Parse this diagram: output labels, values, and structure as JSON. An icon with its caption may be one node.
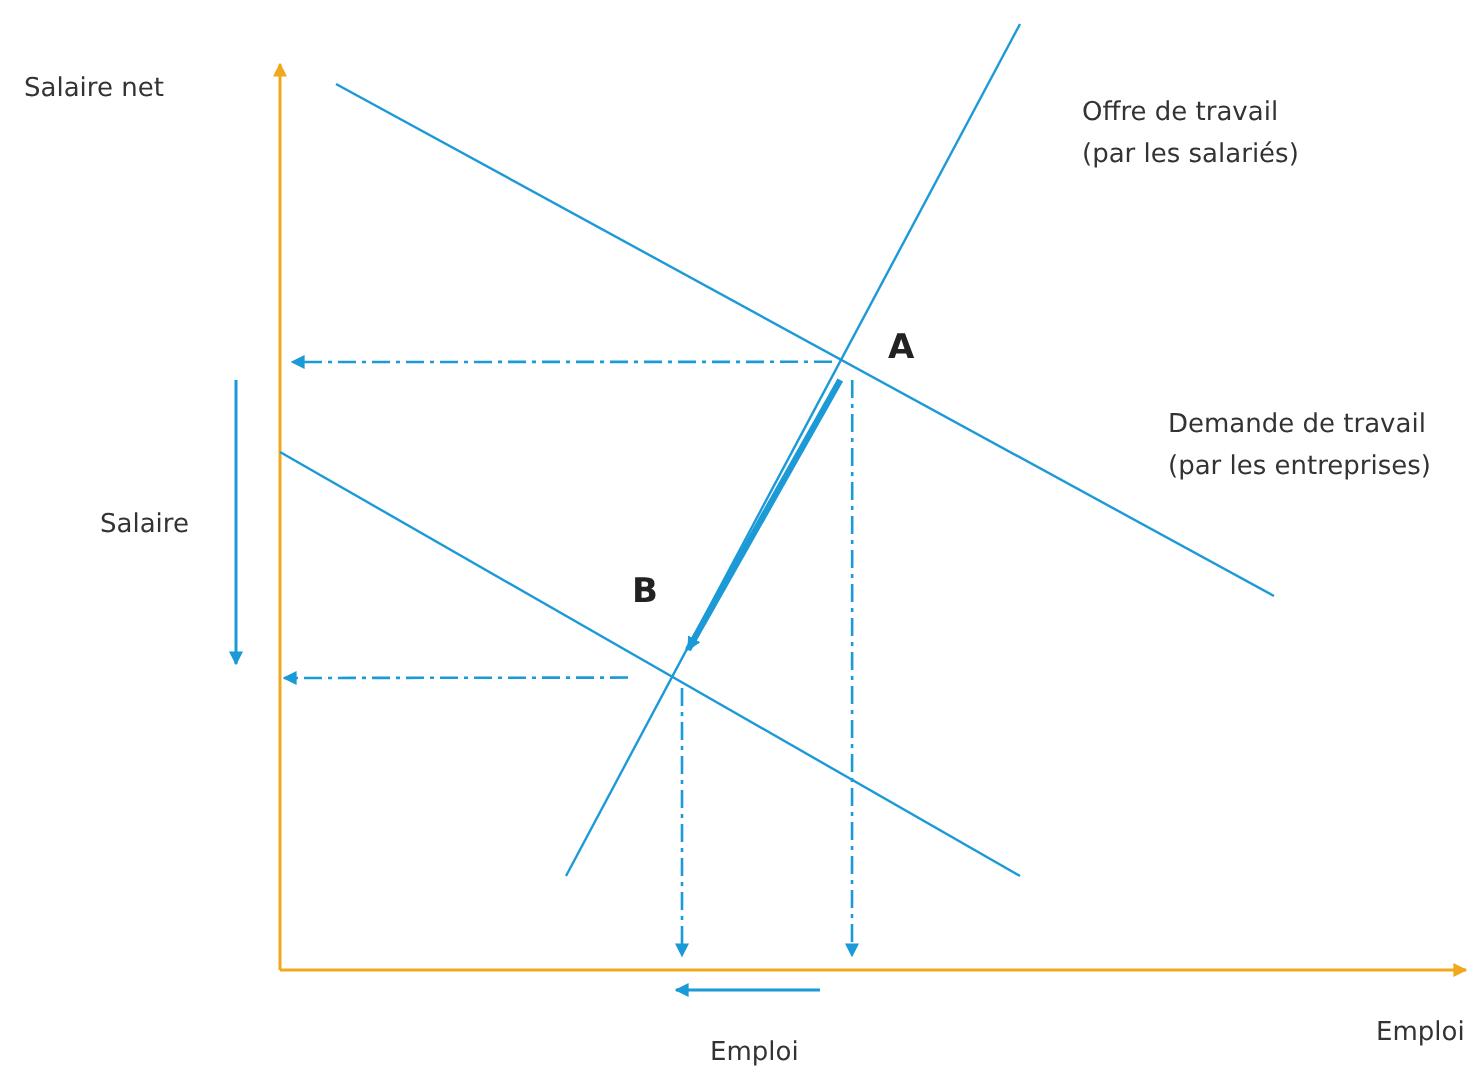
{
  "diagram": {
    "nodes": [
      {
        "text": [
          "A"
        ]
      },
      {
        "text": [
          "B"
        ]
      }
    ],
    "edges": [
      {
        "from": 0,
        "to": 1,
        "arrow": "to",
        "style": "thick"
      },
      {
        "from": 0,
        "to": null,
        "arrow": "to",
        "style": "dashed"
      },
      {
        "from": 0,
        "to": null,
        "arrow": "to",
        "style": "dashed"
      },
      {
        "from": 1,
        "to": null,
        "arrow": "to",
        "style": "dashed"
      },
      {
        "from": 1,
        "to": null,
        "arrow": "to",
        "style": "dashed"
      }
    ],
    "labels": [
      "Salaire net",
      "Offre de travail (par les salariés)",
      "Demande de travail (par les entreprises)",
      "Salaire",
      "Emploi",
      "Emploi"
    ]
  }
}
